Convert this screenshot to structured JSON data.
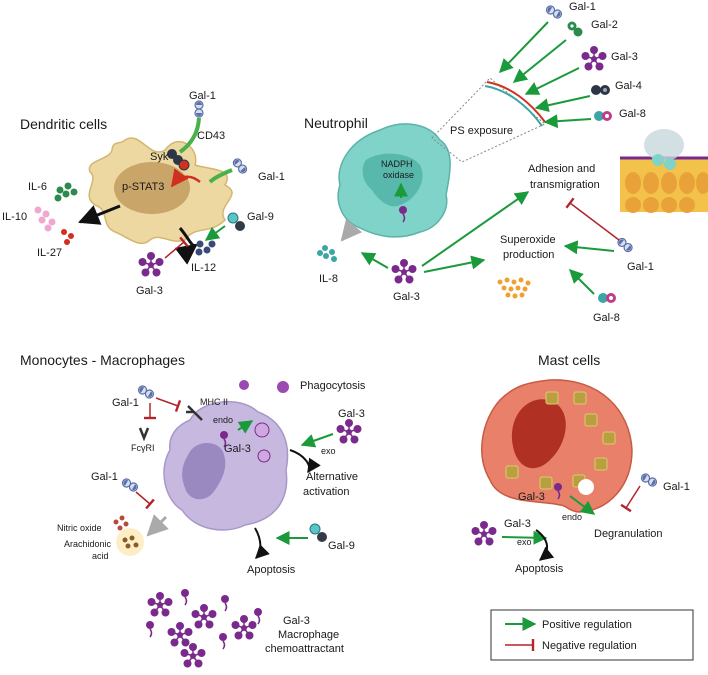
{
  "colors": {
    "positive": "#1a9a3a",
    "negative": "#b3242b",
    "gal1": "#9fb0d8",
    "gal3": "#7a2a8c",
    "gal9": "#3aa6a6",
    "gal8": "#c43a8a",
    "dendritic": "#ecd8a0",
    "neutrophil": "#7fd3c8",
    "macrophage": "#c7b8e0",
    "mast": "#e9816a"
  },
  "dendritic": {
    "title": "Dendritic cells",
    "gal1_top": "Gal-1",
    "cd43": "CD43",
    "syk": "Syk",
    "pstat3": "p-STAT3",
    "gal1_right": "Gal-1",
    "gal9": "Gal-9",
    "il6": "IL-6",
    "il10": "IL-10",
    "il27": "IL-27",
    "il12": "IL-12",
    "gal3": "Gal-3"
  },
  "neutrophil": {
    "title": "Neutrophil",
    "nadph_line1": "NADPH",
    "nadph_line2": "oxidase",
    "ps": "PS exposure",
    "gal1_top": "Gal-1",
    "gal2": "Gal-2",
    "gal3_top": "Gal-3",
    "gal4": "Gal-4",
    "gal8_top": "Gal-8",
    "adhesion_line1": "Adhesion and",
    "adhesion_line2": "transmigration",
    "superoxide_line1": "Superoxide",
    "superoxide_line2": "production",
    "gal1_right": "Gal-1",
    "gal8_bottom": "Gal-8",
    "il8": "IL-8",
    "gal3_bottom": "Gal-3"
  },
  "monocytes": {
    "title": "Monocytes - Macrophages",
    "phagocytosis": "Phagocytosis",
    "gal1_top": "Gal-1",
    "mhc": "MHC II",
    "fcgr": "FcγRI",
    "endo": "endo",
    "gal3_in": "Gal-3",
    "gal3_ext": "Gal-3",
    "exo": "exo",
    "alt_line1": "Alternative",
    "alt_line2": "activation",
    "gal1_mid": "Gal-1",
    "nitric": "Nitric oxide",
    "arach_line1": "Arachidonic",
    "arach_line2": "acid",
    "gal9": "Gal-9",
    "apoptosis": "Apoptosis",
    "chemo_line1": "Gal-3",
    "chemo_line2": "Macrophage",
    "chemo_line3": "chemoattractant"
  },
  "mast": {
    "title": "Mast cells",
    "gal3_in": "Gal-3",
    "endo": "endo",
    "gal1": "Gal-1",
    "degranulation": "Degranulation",
    "gal3_ext": "Gal-3",
    "exo": "exo",
    "apoptosis": "Apoptosis"
  },
  "legend": {
    "positive": "Positive regulation",
    "negative": "Negative regulation"
  }
}
